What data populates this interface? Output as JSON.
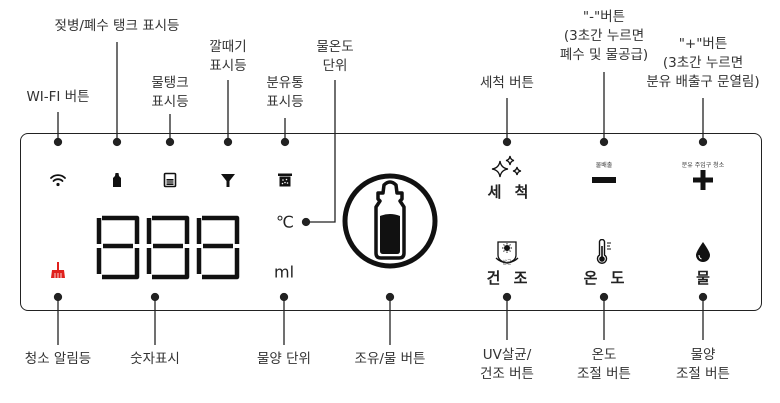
{
  "top_labels": {
    "wifi": [
      "WI-FI 버튼"
    ],
    "bottle_tank": [
      "젖병/폐수 탱크 표시등"
    ],
    "water_tank": [
      "물탱크",
      "표시등"
    ],
    "funnel": [
      "깔때기",
      "표시등"
    ],
    "formula": [
      "분유통",
      "표시등"
    ],
    "temp_unit": [
      "물온도",
      "단위"
    ],
    "clean": [
      "세척 버튼"
    ],
    "minus": [
      "\"-\"버튼",
      "(3초간 누르면",
      "폐수 및 물공급)"
    ],
    "plus": [
      "\"+\"버튼",
      "(3초간 누르면",
      "분유 배출구 문열림)"
    ]
  },
  "bottom_labels": {
    "clean_alarm": [
      "청소 알림등"
    ],
    "digits": [
      "숫자표시"
    ],
    "volume_unit": [
      "물양 단위"
    ],
    "brew": [
      "조유/물 버튼"
    ],
    "uv": [
      "UV살균/",
      "건조 버튼"
    ],
    "temp": [
      "온도",
      "조절 버튼"
    ],
    "water": [
      "물양",
      "조절 버튼"
    ]
  },
  "panel": {
    "clean_text": "세 척",
    "minus_small": "물배출",
    "plus_small": "분유 주입구 청소",
    "uv_text": "건 조",
    "uv_small": "살균",
    "temp_text": "온 도",
    "water_text": "물",
    "digits": "888",
    "celsius": "℃",
    "ml": "ml"
  },
  "colors": {
    "alarm": "#e0201c",
    "ink": "#111111"
  }
}
